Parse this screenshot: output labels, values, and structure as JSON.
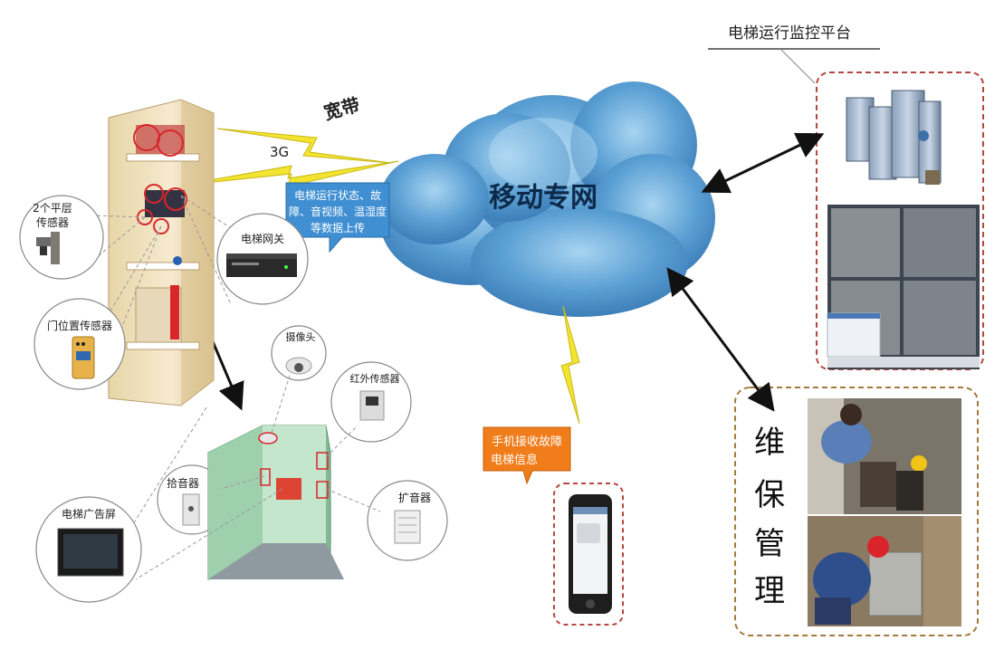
{
  "labels": {
    "platform_title": "电梯运行监控平台",
    "cloud": "移动专网",
    "broadband": "宽带",
    "three_g": "3G",
    "upload_box": [
      "电梯运行状态、故",
      "障、音视频、温湿度",
      "等数据上传"
    ],
    "floor_sensor": [
      "2个平层",
      "传感器"
    ],
    "door_sensor": "门位置传感器",
    "gateway": "电梯网关",
    "camera": "摄像头",
    "infrared": "红外传感器",
    "pickup": "拾音器",
    "speaker": "扩音器",
    "ad_screen": "电梯广告屏",
    "phone_box": [
      "手机接收故障",
      "电梯信息"
    ],
    "maintenance": [
      "维",
      "保",
      "管",
      "理"
    ]
  },
  "colors": {
    "cloud_fill": "#4a90c8",
    "cloud_light": "#8cc0e6",
    "upload_box": "#3f8fd2",
    "phone_box": "#f07c1a",
    "dashed_border": "#b5473f",
    "maintenance_border": "#a37a3c",
    "lightning": "#f3e430",
    "red_circle": "#d9262b"
  }
}
